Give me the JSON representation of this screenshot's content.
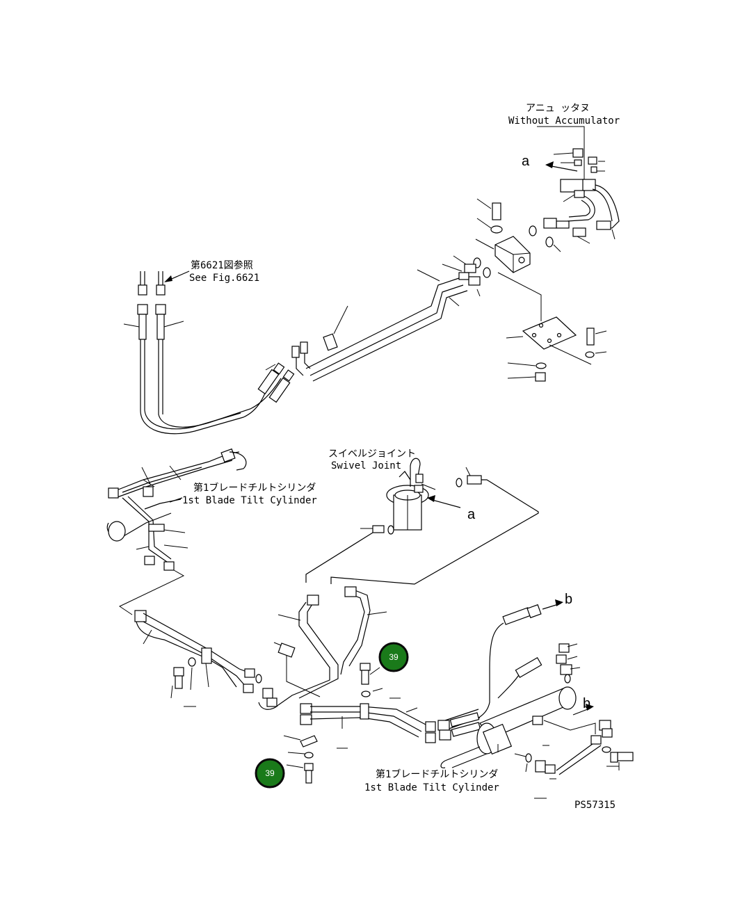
{
  "labels": {
    "without_accumulator_jp": "アニュ ッタヌ",
    "without_accumulator_en": "Without Accumulator",
    "see_fig_jp": "第6621図参照",
    "see_fig_en": "See Fig.6621",
    "swivel_joint_jp": "スイベルジョイント",
    "swivel_joint_en": "Swivel Joint",
    "tilt_cyl_1_jp": "第1ブレードチルトシリンダ",
    "tilt_cyl_1_en": "1st Blade Tilt Cylinder",
    "tilt_cyl_2_jp": "第1ブレードチルトシリンダ",
    "tilt_cyl_2_en": "1st Blade Tilt Cylinder",
    "figure_code": "PS57315"
  },
  "arrows": {
    "a_top": "a",
    "a_mid": "a",
    "b_top": "b",
    "b_bottom": "b"
  },
  "callouts": [
    {
      "number": "39"
    },
    {
      "number": "39"
    }
  ],
  "colors": {
    "callout_fill": "#1a7a1a",
    "callout_ring": "#0a0a0a",
    "line": "#000000",
    "background": "#ffffff"
  }
}
